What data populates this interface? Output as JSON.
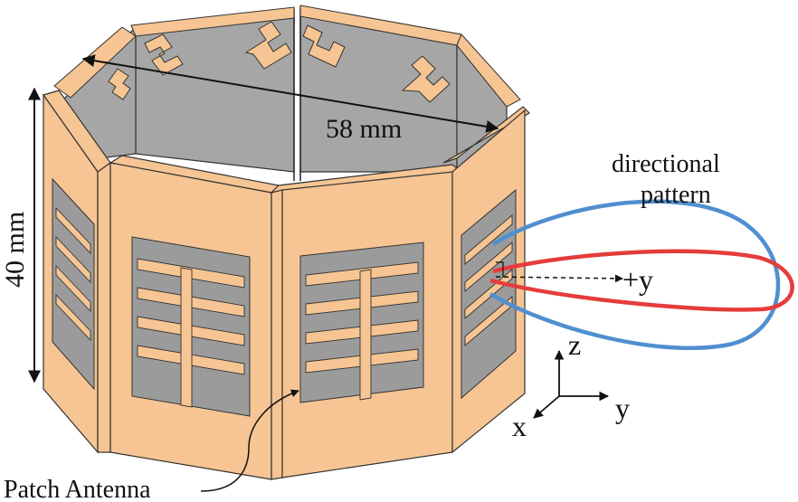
{
  "labels": {
    "diameter": "58 mm",
    "height": "40 mm",
    "pattern_line1": "directional",
    "pattern_line2": "pattern",
    "beam_axis": "+y",
    "patch_antenna": "Patch Antenna",
    "axis_z": "z",
    "axis_y": "y",
    "axis_x": "x"
  },
  "colors": {
    "panel": "#f6c593",
    "panel_edge": "#2a2a2a",
    "slot": "#9b9b9b",
    "interior": "#a6a6a6",
    "beam_outer": "#4f8fd0",
    "beam_inner": "#e53c3c"
  }
}
